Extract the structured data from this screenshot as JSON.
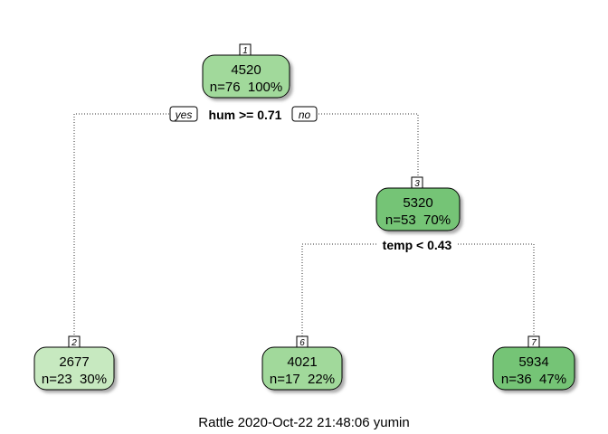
{
  "footer": "Rattle 2020-Oct-22 21:48:06 yumin",
  "branch_labels": {
    "yes": "yes",
    "no": "no"
  },
  "nodes": [
    {
      "id": "1",
      "value": "4520",
      "stats": "n=76  100%",
      "fill": "#a1d99b"
    },
    {
      "id": "3",
      "value": "5320",
      "stats": "n=53  70%",
      "fill": "#74c476"
    },
    {
      "id": "2",
      "value": "2677",
      "stats": "n=23  30%",
      "fill": "#c7e9c0"
    },
    {
      "id": "6",
      "value": "4021",
      "stats": "n=17  22%",
      "fill": "#a1d99b"
    },
    {
      "id": "7",
      "value": "5934",
      "stats": "n=36  47%",
      "fill": "#74c476"
    }
  ],
  "splits": [
    {
      "node": "1",
      "label": "hum >= 0.71"
    },
    {
      "node": "3",
      "label": "temp < 0.43"
    }
  ]
}
